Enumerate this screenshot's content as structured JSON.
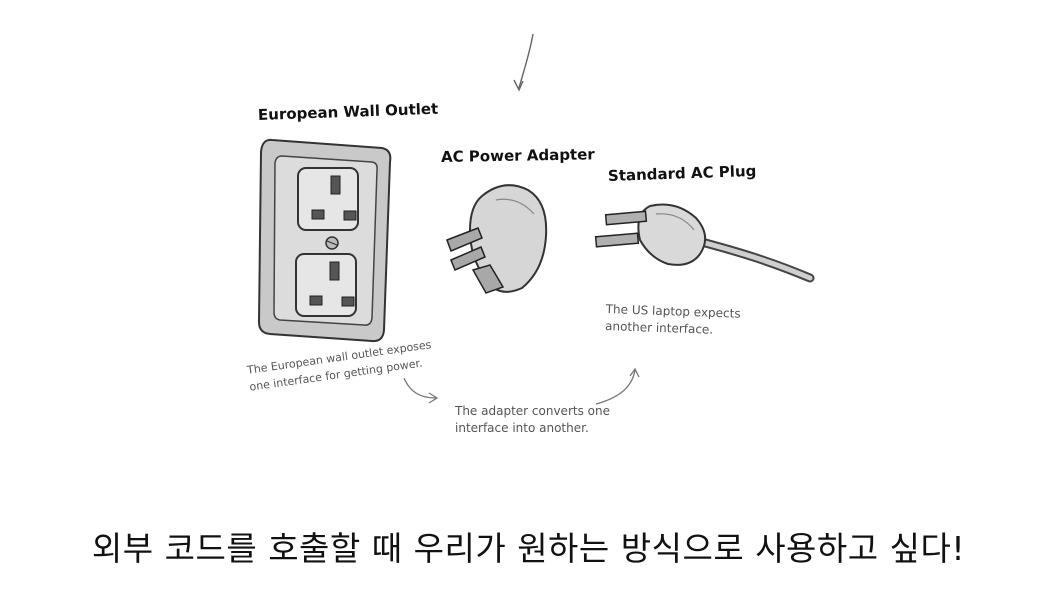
{
  "labels": {
    "outlet": "European Wall Outlet",
    "adapter": "AC Power Adapter",
    "plug": "Standard AC Plug"
  },
  "notes": {
    "outlet": "The European wall outlet exposes\none interface for getting power.",
    "adapter": "The adapter converts one\ninterface into another.",
    "plug": "The US laptop expects\nanother interface."
  },
  "caption": "외부 코드를 호출할 때 우리가 원하는 방식으로 사용하고 싶다!"
}
